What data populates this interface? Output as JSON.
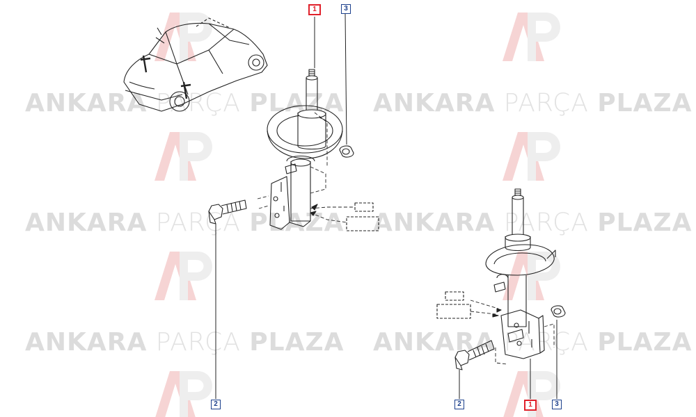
{
  "watermark": {
    "brand_bold_1": "ANKARA",
    "brand_light": "PARÇA",
    "brand_bold_2": "PLAZA"
  },
  "callouts": {
    "part_1": "1",
    "part_2": "2",
    "part_3": "3"
  },
  "colors": {
    "line": "#222222",
    "label_blue": "#1b3f8c",
    "label_red": "#e0202a",
    "watermark": "#dcdcdc",
    "logo_red": "#f4c9c9"
  }
}
